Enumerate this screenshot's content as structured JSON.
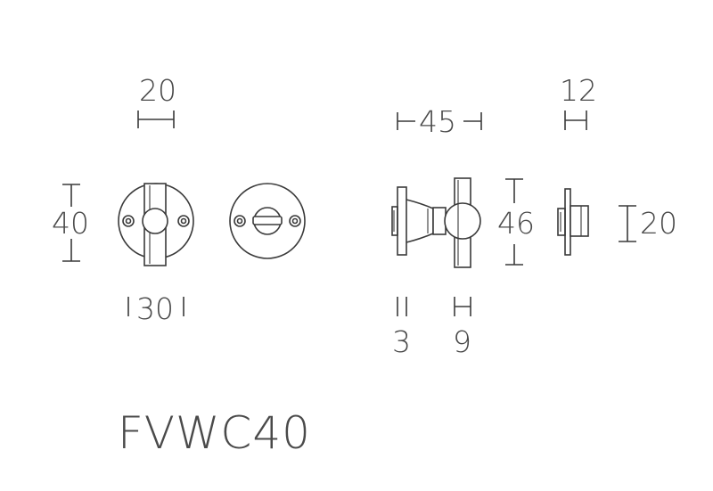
{
  "product_code": "FVWC40",
  "dimensions": {
    "rose_width": "20",
    "rose_diameter": "40",
    "spindle_offset": "30",
    "total_depth": "45",
    "knob_height": "46",
    "turn_thickness": "12",
    "turn_height": "20",
    "rose_thickness": "3",
    "knob_thickness": "9"
  },
  "colors": {
    "line": "#3a3a3a",
    "text": "#4a4a4a",
    "background": "#ffffff"
  }
}
